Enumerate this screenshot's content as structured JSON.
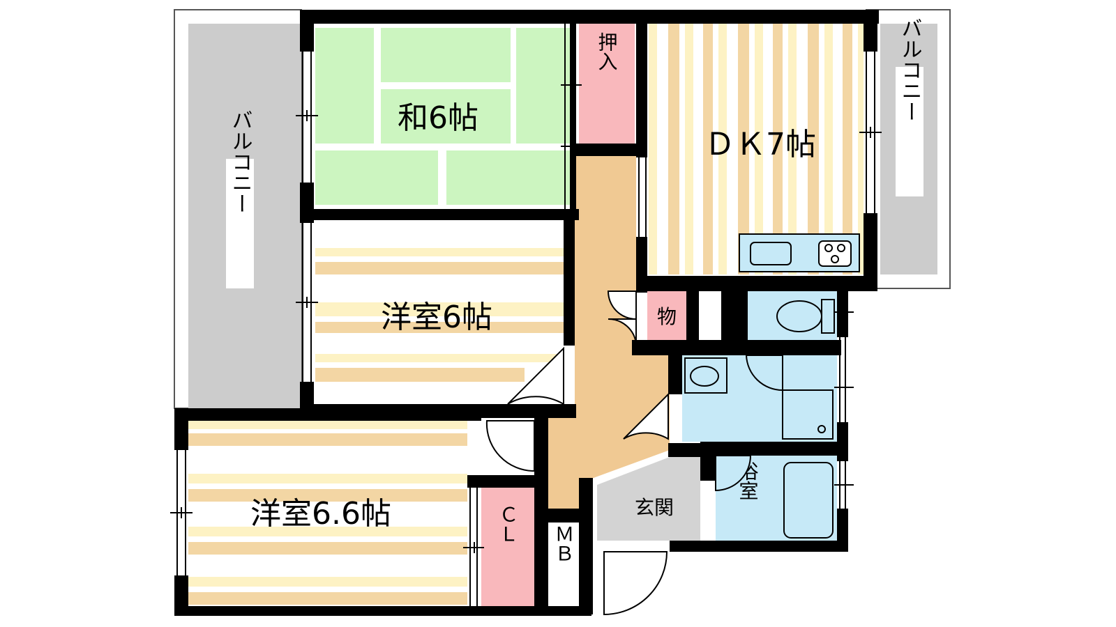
{
  "rooms": {
    "balcony_west": "バルコニー",
    "balcony_east": "バルコニー",
    "washitsu": "和6帖",
    "oshiire": "押入",
    "dk": "ＤＫ7帖",
    "yoshitsu_north": "洋室6帖",
    "yoshitsu_south": "洋室6.6帖",
    "storage": "物",
    "closet": "ＣＬ",
    "meter_box": "ＭＢ",
    "genkan": "玄関",
    "bathroom": "浴室"
  },
  "colors": {
    "wall": "#000000",
    "balcony": "#cccccc",
    "tatami": "#ccf5c0",
    "closet": "#f9b8bc",
    "corridor": "#f0c993",
    "floor_light": "#fdf2c4",
    "floor_stripe": "#f3d6a4",
    "wet_area": "#c6e9f7",
    "genkan": "#d3d3d3"
  }
}
